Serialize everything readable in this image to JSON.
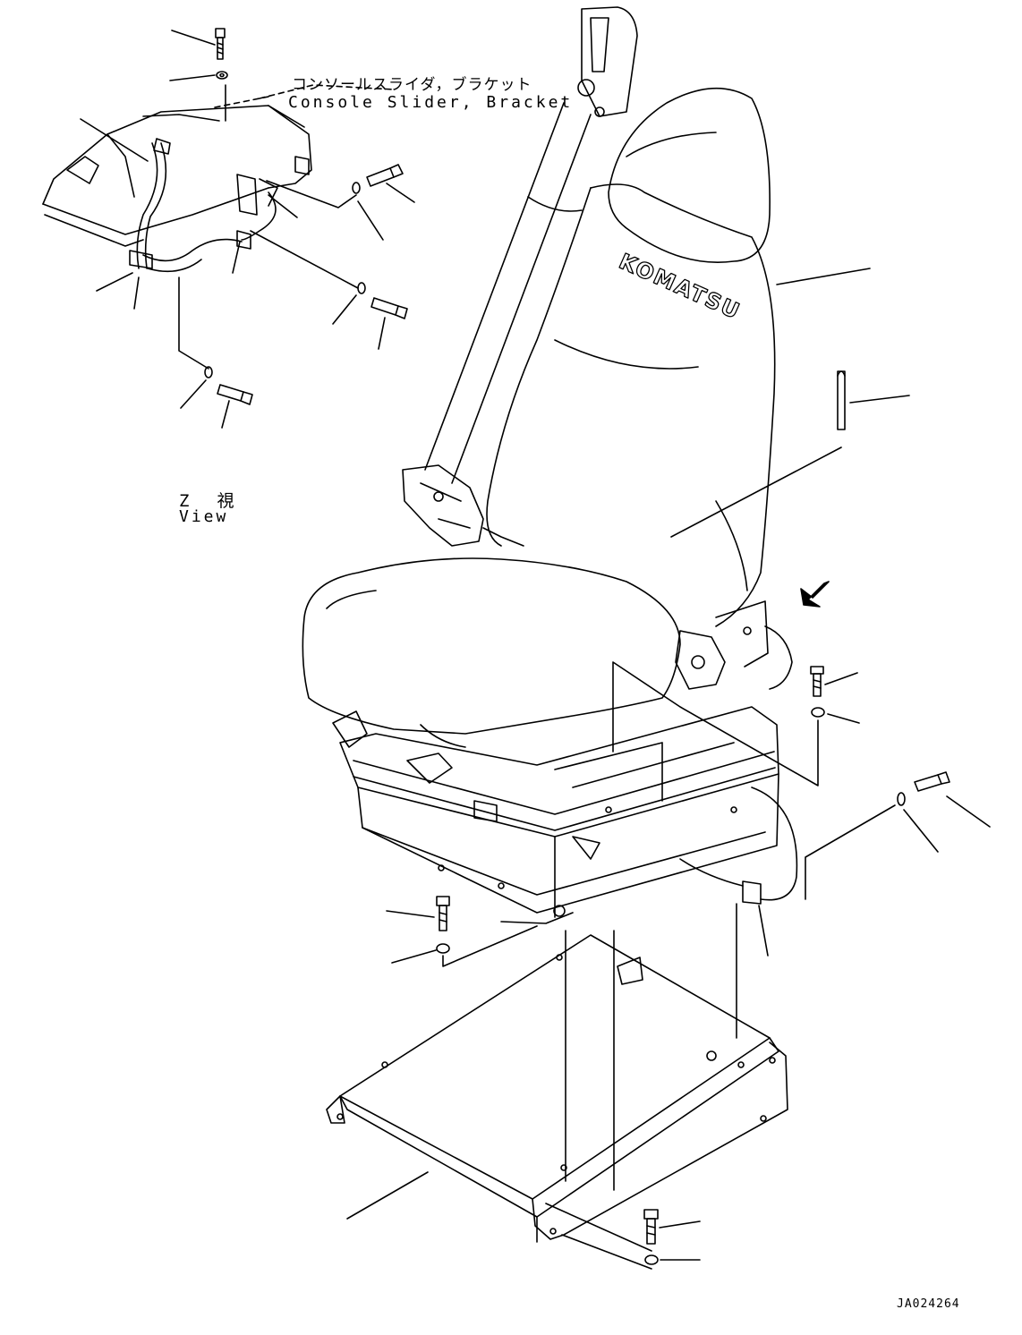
{
  "labels": {
    "console_slider_jp": "コンソールスライダ，ブラケット",
    "console_slider_en": "Console Slider, Bracket",
    "view_jp": "Z　視",
    "view_en": "View",
    "brand_on_seat": "KOMATSU",
    "drawing_number": "JA024264"
  },
  "colors": {
    "line": "#000000",
    "background": "#ffffff"
  }
}
